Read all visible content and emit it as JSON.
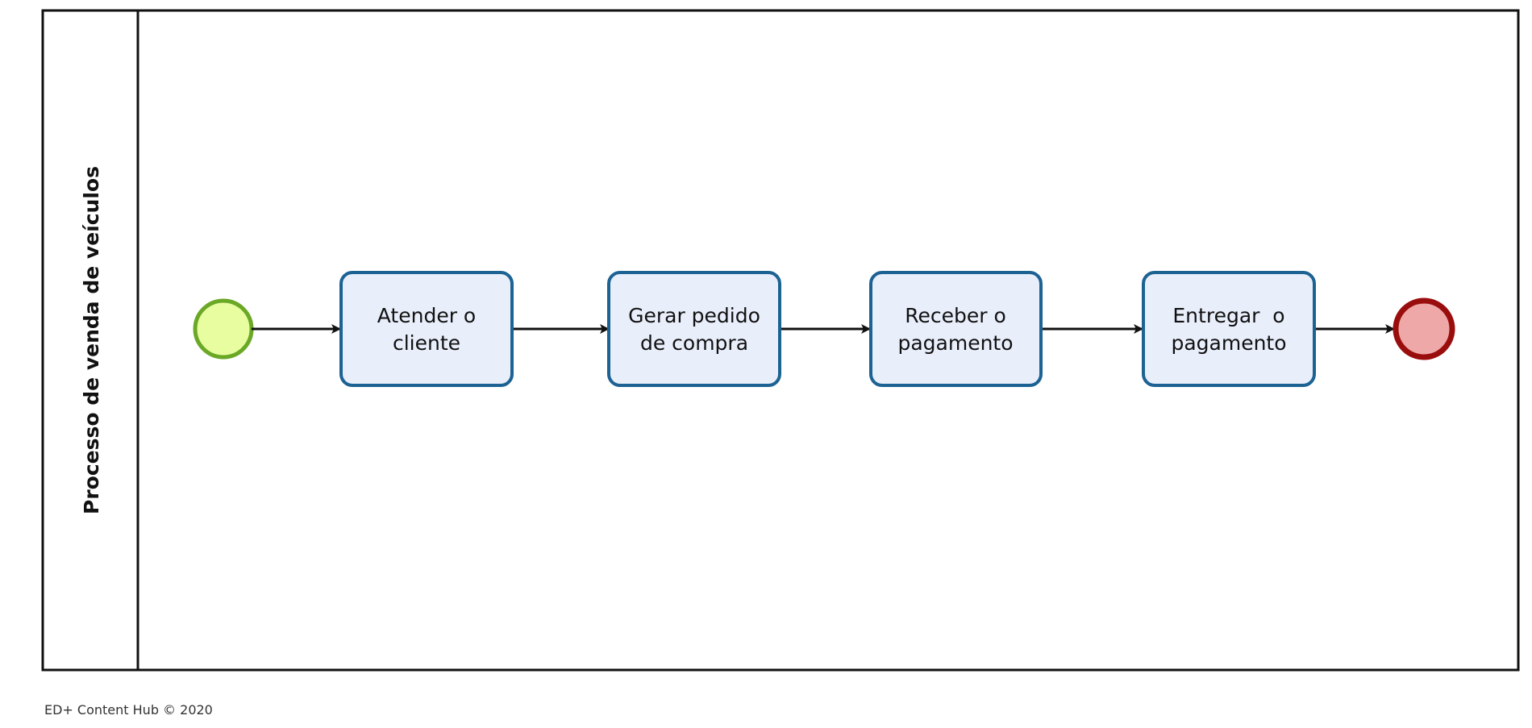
{
  "pool": {
    "label": "Processo de venda de veículos"
  },
  "tasks": [
    {
      "line1": "Atender o",
      "line2": "cliente"
    },
    {
      "line1": "Gerar pedido",
      "line2": "de compra"
    },
    {
      "line1": "Receber o",
      "line2": "pagamento"
    },
    {
      "line1": "Entregar  o",
      "line2": "pagamento"
    }
  ],
  "footer": {
    "text": "ED+ Content Hub © 2020"
  },
  "colors": {
    "task_fill": "#E9EEFB",
    "task_stroke": "#1C6293",
    "start_fill": "#E8FDA0",
    "start_stroke": "#6AA826",
    "end_fill": "#EEA8A8",
    "end_stroke": "#9A0D0D",
    "line": "#111111"
  }
}
